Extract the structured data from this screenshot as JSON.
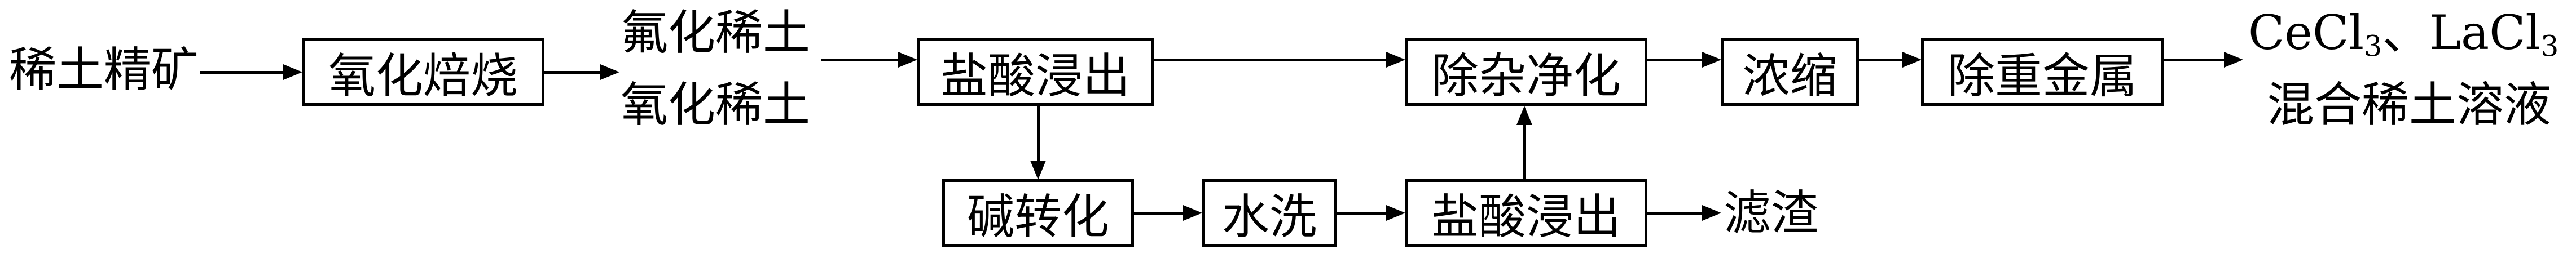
{
  "nodes": {
    "start": "稀土精矿",
    "oxidize": "氧化焙烧",
    "intermediate_1": "氟化稀土",
    "intermediate_2": "氧化稀土",
    "acid_leach_1": "盐酸浸出",
    "purify": "除杂净化",
    "concentrate": "浓缩",
    "remove_heavy_metal": "除重金属",
    "product_line1_a": "CeCl",
    "product_line1_a_sub": "3",
    "product_line1_sep": "、",
    "product_line1_b": "LaCl",
    "product_line1_b_sub": "3",
    "product_line2": "混合稀土溶液",
    "alkali_convert": "碱转化",
    "water_wash": "水洗",
    "acid_leach_2": "盐酸浸出",
    "residue": "滤渣"
  },
  "edges": [
    {
      "from": "start",
      "to": "oxidize"
    },
    {
      "from": "oxidize",
      "to": "intermediate"
    },
    {
      "from": "intermediate",
      "to": "acid_leach_1"
    },
    {
      "from": "acid_leach_1",
      "to": "purify"
    },
    {
      "from": "acid_leach_1",
      "to": "alkali_convert"
    },
    {
      "from": "alkali_convert",
      "to": "water_wash"
    },
    {
      "from": "water_wash",
      "to": "acid_leach_2"
    },
    {
      "from": "acid_leach_2",
      "to": "residue"
    },
    {
      "from": "acid_leach_2",
      "to": "purify"
    },
    {
      "from": "purify",
      "to": "concentrate"
    },
    {
      "from": "concentrate",
      "to": "remove_heavy_metal"
    },
    {
      "from": "remove_heavy_metal",
      "to": "product"
    }
  ]
}
